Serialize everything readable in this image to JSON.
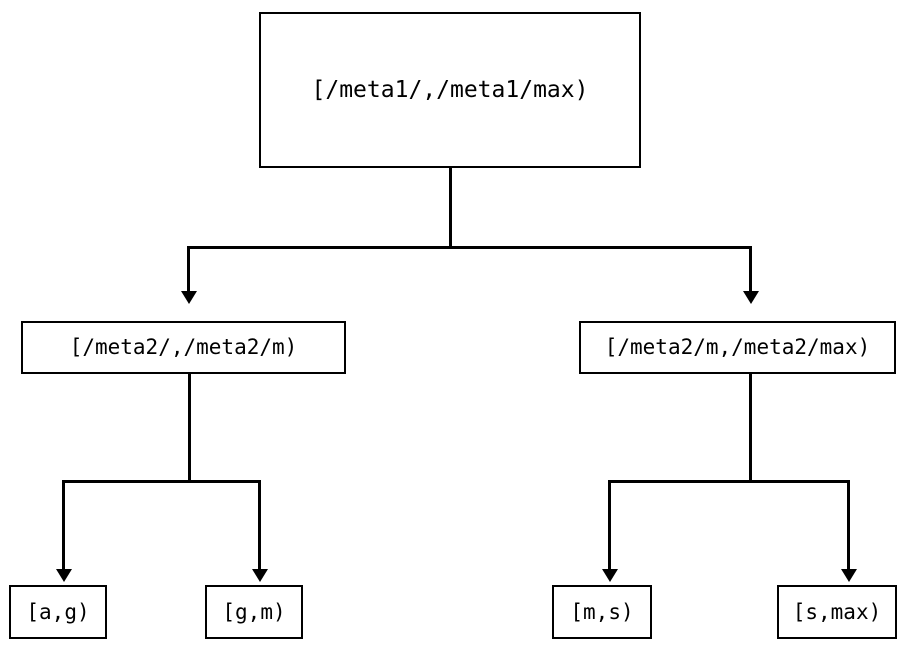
{
  "diagram": {
    "type": "tree",
    "title": "",
    "background_color": "#ffffff",
    "line_color": "#000000",
    "text_color": "#000000",
    "nodes": {
      "root": {
        "label": "[/meta1/,/meta1/max)",
        "level": 1
      },
      "level2": [
        {
          "label": "[/meta2/,/meta2/m)",
          "level": 2
        },
        {
          "label": "[/meta2/m,/meta2/max)",
          "level": 2
        }
      ],
      "leaves": [
        {
          "label": "[a,g)",
          "level": 3
        },
        {
          "label": "[g,m)",
          "level": 3
        },
        {
          "label": "[m,s)",
          "level": 3
        },
        {
          "label": "[s,max)",
          "level": 3
        }
      ]
    },
    "edges": [
      {
        "from": "[/meta1/,/meta1/max)",
        "to": "[/meta2/,/meta2/m)",
        "arrow": "down"
      },
      {
        "from": "[/meta1/,/meta1/max)",
        "to": "[/meta2/m,/meta2/max)",
        "arrow": "down"
      },
      {
        "from": "[/meta2/,/meta2/m)",
        "to": "[a,g)",
        "arrow": "down"
      },
      {
        "from": "[/meta2/,/meta2/m)",
        "to": "[g,m)",
        "arrow": "down"
      },
      {
        "from": "[/meta2/m,/meta2/max)",
        "to": "[m,s)",
        "arrow": "down"
      },
      {
        "from": "[/meta2/m,/meta2/max)",
        "to": "[s,max)",
        "arrow": "down"
      }
    ]
  }
}
